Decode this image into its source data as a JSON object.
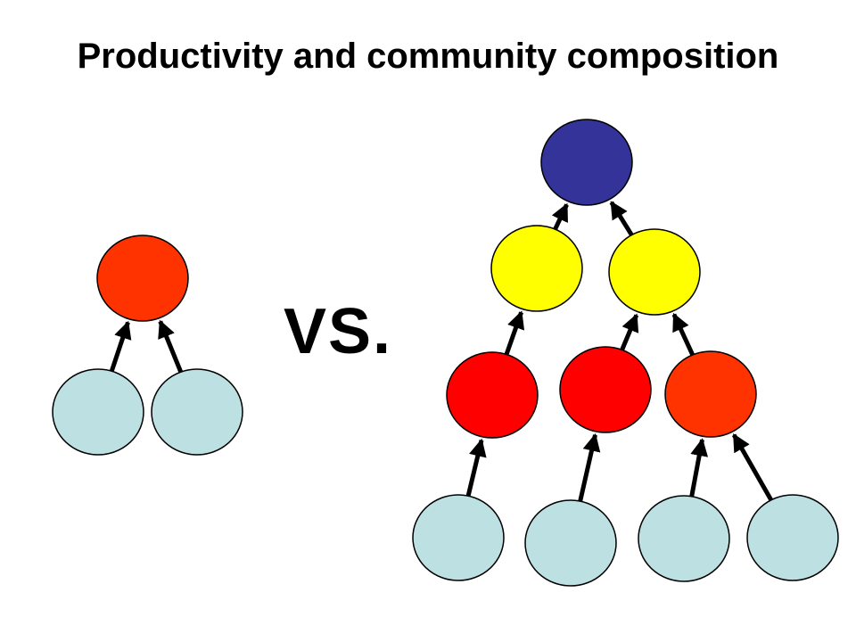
{
  "title": "Productivity and community composition",
  "vs_label": "VS.",
  "colors": {
    "basal": "#bde0e3",
    "herbivore_red": "#ff0000",
    "herbivore_orange": "#ff3300",
    "omnivore_yellow": "#ffff00",
    "top_predator_blue": "#333399"
  },
  "simple_web": {
    "nodes": [
      {
        "id": "s-top",
        "color": "herbivore_orange"
      },
      {
        "id": "s-basal-1",
        "color": "basal"
      },
      {
        "id": "s-basal-2",
        "color": "basal"
      }
    ],
    "links": [
      {
        "from": "s-basal-1",
        "to": "s-top"
      },
      {
        "from": "s-basal-2",
        "to": "s-top"
      }
    ]
  },
  "complex_web": {
    "nodes": [
      {
        "id": "c-top",
        "color": "top_predator_blue"
      },
      {
        "id": "c-mid-1",
        "color": "omnivore_yellow"
      },
      {
        "id": "c-mid-2",
        "color": "omnivore_yellow"
      },
      {
        "id": "c-low-1",
        "color": "herbivore_red"
      },
      {
        "id": "c-low-2",
        "color": "herbivore_red"
      },
      {
        "id": "c-low-3",
        "color": "herbivore_orange"
      },
      {
        "id": "c-basal-1",
        "color": "basal"
      },
      {
        "id": "c-basal-2",
        "color": "basal"
      },
      {
        "id": "c-basal-3",
        "color": "basal"
      },
      {
        "id": "c-basal-4",
        "color": "basal"
      }
    ],
    "links": [
      {
        "from": "c-mid-1",
        "to": "c-top"
      },
      {
        "from": "c-mid-2",
        "to": "c-top"
      },
      {
        "from": "c-low-1",
        "to": "c-mid-1"
      },
      {
        "from": "c-low-2",
        "to": "c-mid-2"
      },
      {
        "from": "c-low-3",
        "to": "c-mid-2"
      },
      {
        "from": "c-basal-1",
        "to": "c-low-1"
      },
      {
        "from": "c-basal-2",
        "to": "c-low-2"
      },
      {
        "from": "c-basal-3",
        "to": "c-low-3"
      },
      {
        "from": "c-basal-4",
        "to": "c-low-3"
      }
    ]
  }
}
